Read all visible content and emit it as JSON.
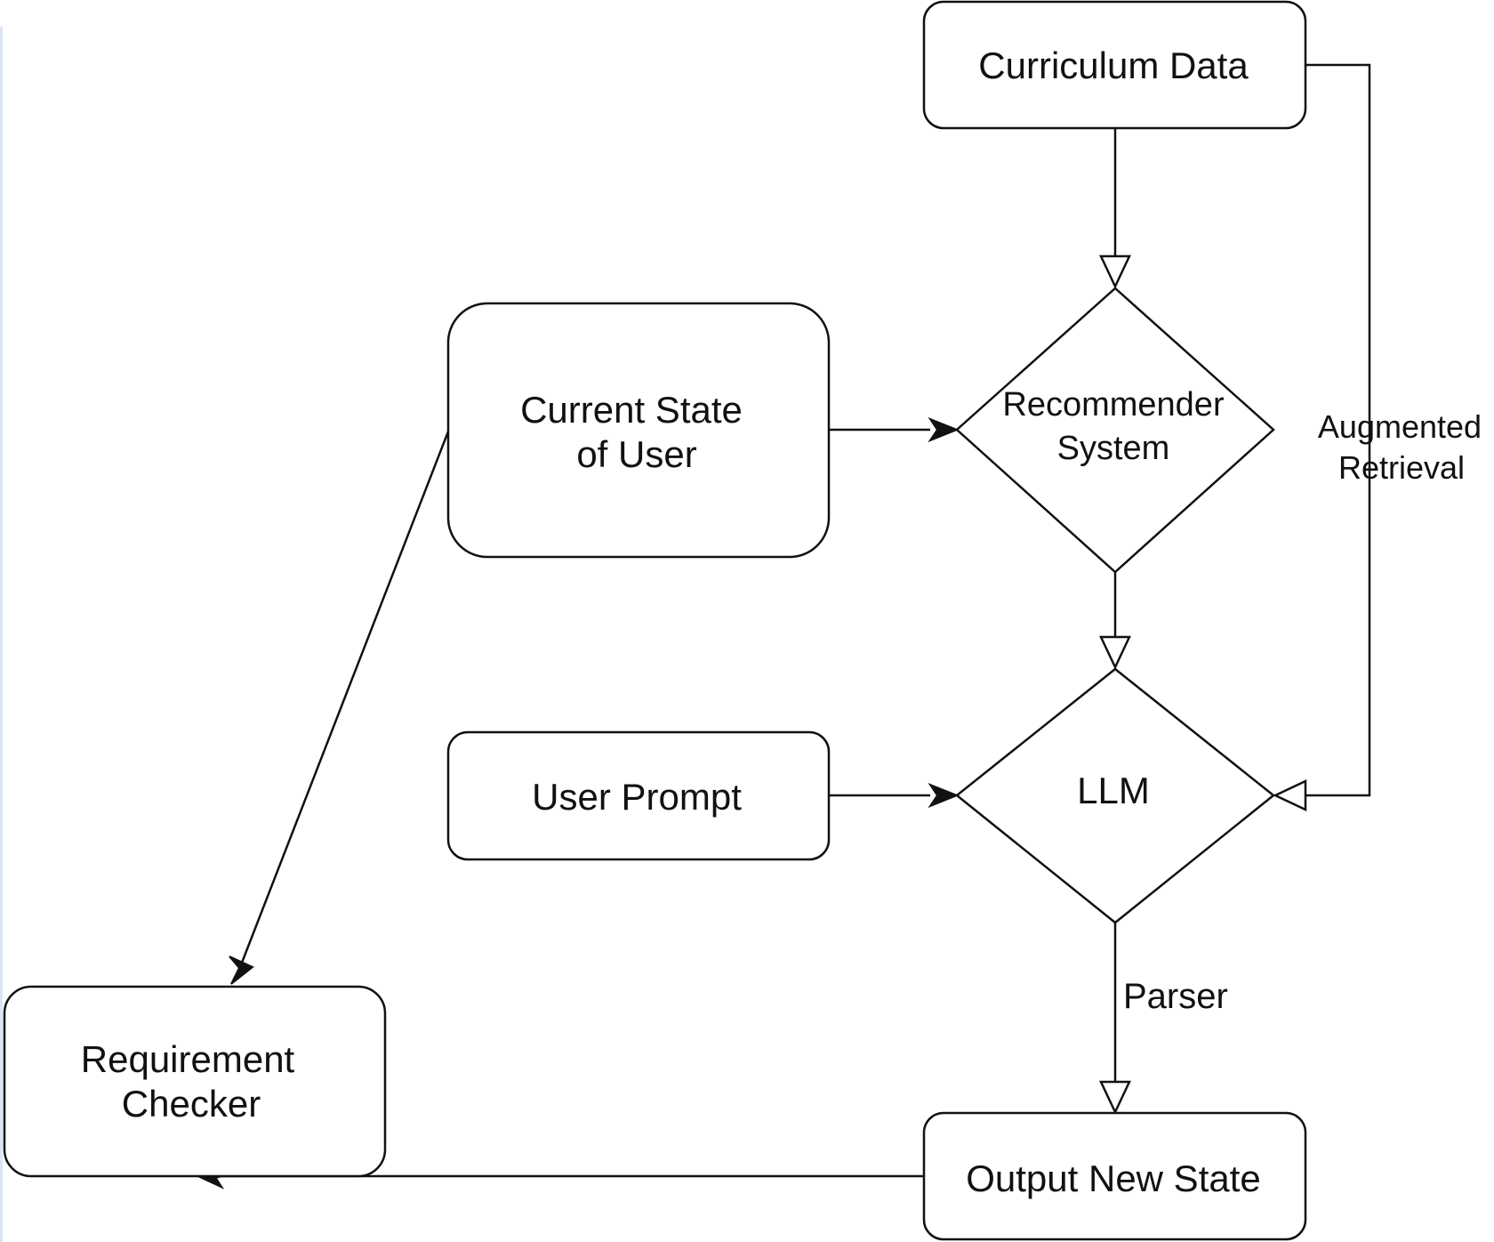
{
  "nodes": {
    "curriculum_data": {
      "lines": [
        "Curriculum Data"
      ]
    },
    "current_state": {
      "lines": [
        "Current State",
        "of User"
      ]
    },
    "recommender": {
      "lines": [
        "Recommender",
        "System"
      ]
    },
    "llm": {
      "lines": [
        "LLM"
      ]
    },
    "user_prompt": {
      "lines": [
        "User Prompt"
      ]
    },
    "requirement_checker": {
      "lines": [
        "Requirement",
        "Checker"
      ]
    },
    "output_new_state": {
      "lines": [
        "Output New State"
      ]
    }
  },
  "edge_labels": {
    "augmented_retrieval": {
      "lines": [
        "Augmented",
        "Retrieval"
      ]
    },
    "parser": {
      "lines": [
        "Parser"
      ]
    }
  },
  "colors": {
    "stroke": "#111111",
    "background": "#ffffff",
    "left_accent": "#d9e6f5"
  }
}
